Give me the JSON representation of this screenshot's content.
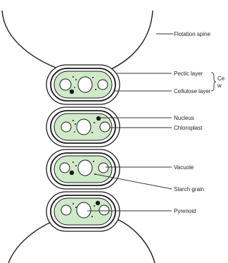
{
  "diagram": {
    "labels": {
      "flotation_spine": "Flotation spine",
      "pectic_layer": "Pectic layer",
      "cellulose_layer": "Cellulose layer",
      "cell_wall_line1": "Ce",
      "cell_wall_line2": "w",
      "nucleus": "Nucleus",
      "chloroplast": "Chloroplast",
      "vacuole": "Vacuole",
      "starch_grain": "Starch grain",
      "pyrenoid": "Pyrenoid"
    },
    "colors": {
      "cell_fill": "#cfe9c9",
      "outline": "#1a1a1a",
      "sheath": "#ffffff",
      "line": "#333333"
    }
  }
}
